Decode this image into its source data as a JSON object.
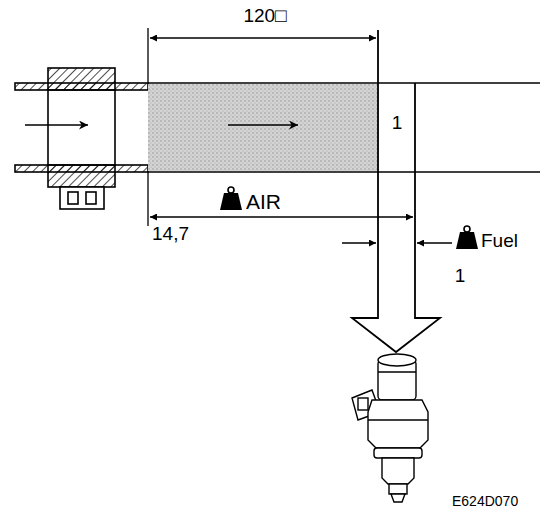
{
  "diagram": {
    "labels": [
      "120□",
      "1",
      "AIR",
      "14,7",
      "Fuel",
      "1",
      "E624D070"
    ]
  }
}
